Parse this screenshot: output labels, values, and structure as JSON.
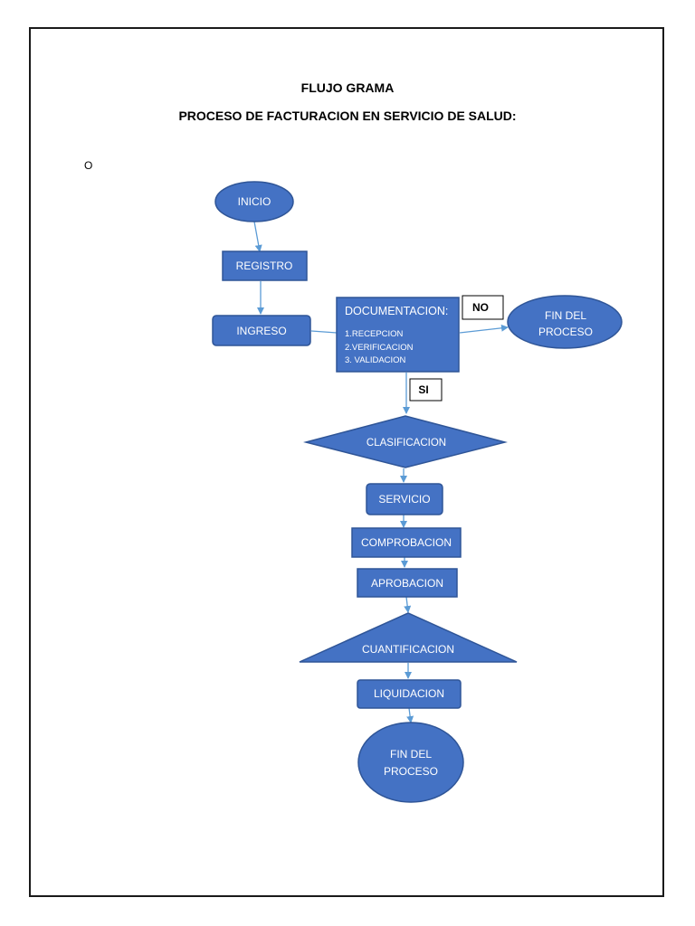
{
  "page": {
    "title": "FLUJO GRAMA",
    "subtitle": "PROCESO DE FACTURACION EN SERVICIO DE SALUD:",
    "stray_mark": "O"
  },
  "colors": {
    "shape_fill": "#4472c4",
    "shape_stroke": "#2f5597",
    "arrow": "#5b9bd5",
    "text_on_shape": "#ffffff",
    "label_border": "#000000"
  },
  "nodes": {
    "inicio": "INICIO",
    "registro": "REGISTRO",
    "ingreso": "INGRESO",
    "documentacion": {
      "title": "DOCUMENTACION:",
      "items": [
        "1.RECEPCION",
        "2.VERIFICACION",
        "3. VALIDACION"
      ]
    },
    "fin_no": [
      "FIN DEL",
      "PROCESO"
    ],
    "clasificacion": "CLASIFICACION",
    "servicio": "SERVICIO",
    "comprobacion": "COMPROBACION",
    "aprobacion": "APROBACION",
    "cuantificacion": "CUANTIFICACION",
    "liquidacion": "LIQUIDACION",
    "fin_final": [
      "FIN DEL",
      "PROCESO"
    ]
  },
  "labels": {
    "no": "NO",
    "si": "SI"
  }
}
